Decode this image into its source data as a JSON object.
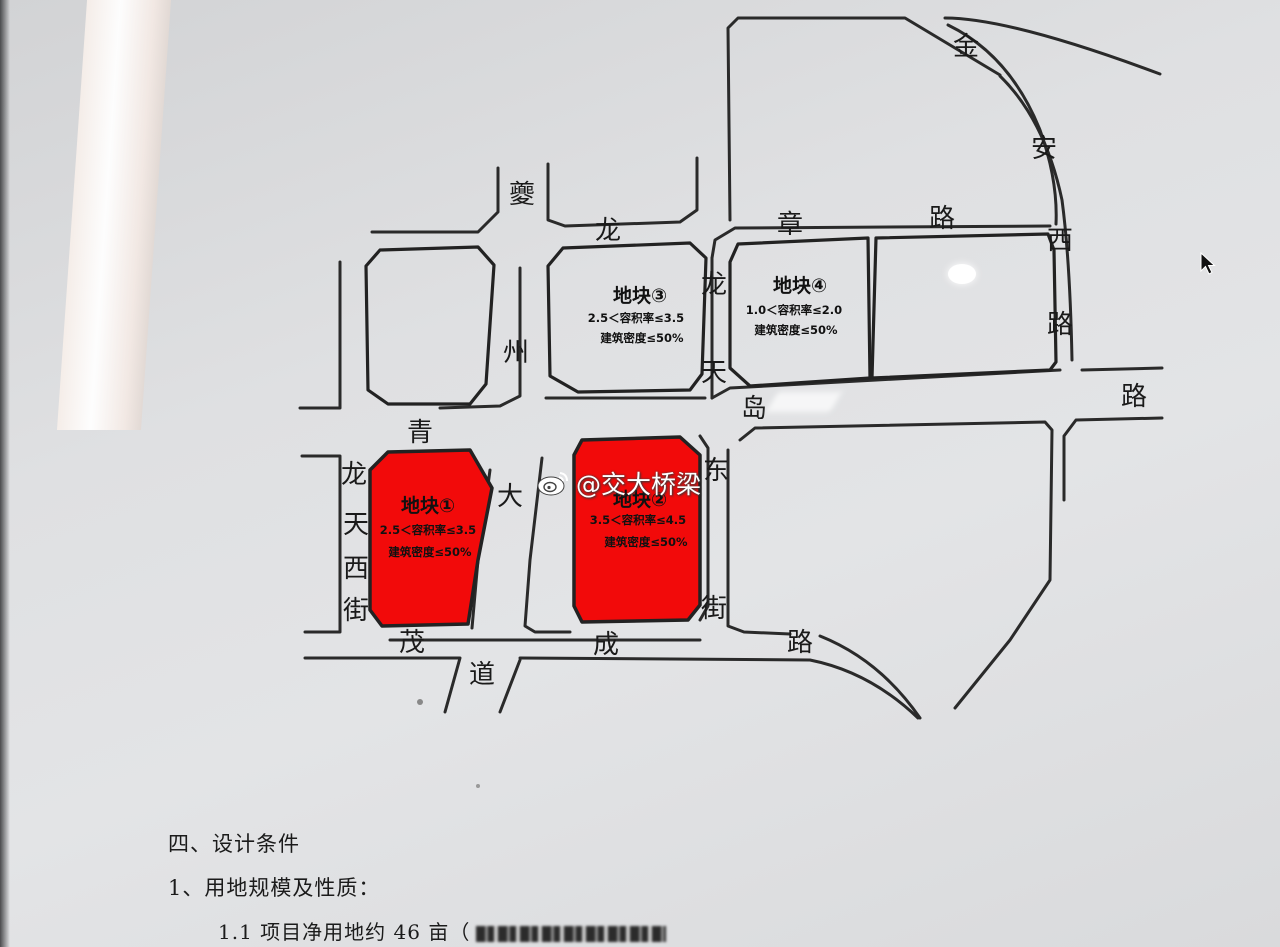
{
  "map": {
    "road_labels": {
      "kui_long_lu": [
        "夔",
        "龙"
      ],
      "zhou_qing_lu": [
        "州",
        "青",
        "大"
      ],
      "long_tian_dong_jie": [
        "龙",
        "天",
        "岛",
        "东"
      ],
      "long_tian_xi_jie": [
        "龙",
        "天",
        "西",
        "街"
      ],
      "mao_cheng_dao": [
        "茂",
        "道",
        "成"
      ],
      "jie_right": "街",
      "lu_bottom": "路",
      "jin_an_lu": [
        "金",
        "安"
      ],
      "zhang_lu": [
        "章",
        "路"
      ],
      "xi_lu": [
        "西",
        "路"
      ],
      "lu_right": "路"
    },
    "parcels": [
      {
        "id": "parcel-1",
        "title": "地块①",
        "far_rule": "2.5＜容积率≤3.5",
        "density_rule": "建筑密度≤50%",
        "highlighted": true,
        "fill": "#f20a0a"
      },
      {
        "id": "parcel-2",
        "title": "地块②",
        "far_rule": "3.5＜容积率≤4.5",
        "density_rule": "建筑密度≤50%",
        "highlighted": true,
        "fill": "#f20a0a"
      },
      {
        "id": "parcel-3",
        "title": "地块③",
        "far_rule": "2.5＜容积率≤3.5",
        "density_rule": "建筑密度≤50%",
        "highlighted": false
      },
      {
        "id": "parcel-4",
        "title": "地块④",
        "far_rule": "1.0＜容积率≤2.0",
        "density_rule": "建筑密度≤50%",
        "highlighted": false
      }
    ]
  },
  "watermark": {
    "text": "@交大桥梁",
    "logo_icon": "weibo-logo-icon"
  },
  "document": {
    "section_heading": "四、设计条件",
    "subheading": "1、用地规模及性质：",
    "item_1_1": "1.1  项目净用地约 46 亩（"
  },
  "colors": {
    "highlight_red": "#f20a0a",
    "line": "#222222",
    "screen": "#e0e1e3"
  }
}
